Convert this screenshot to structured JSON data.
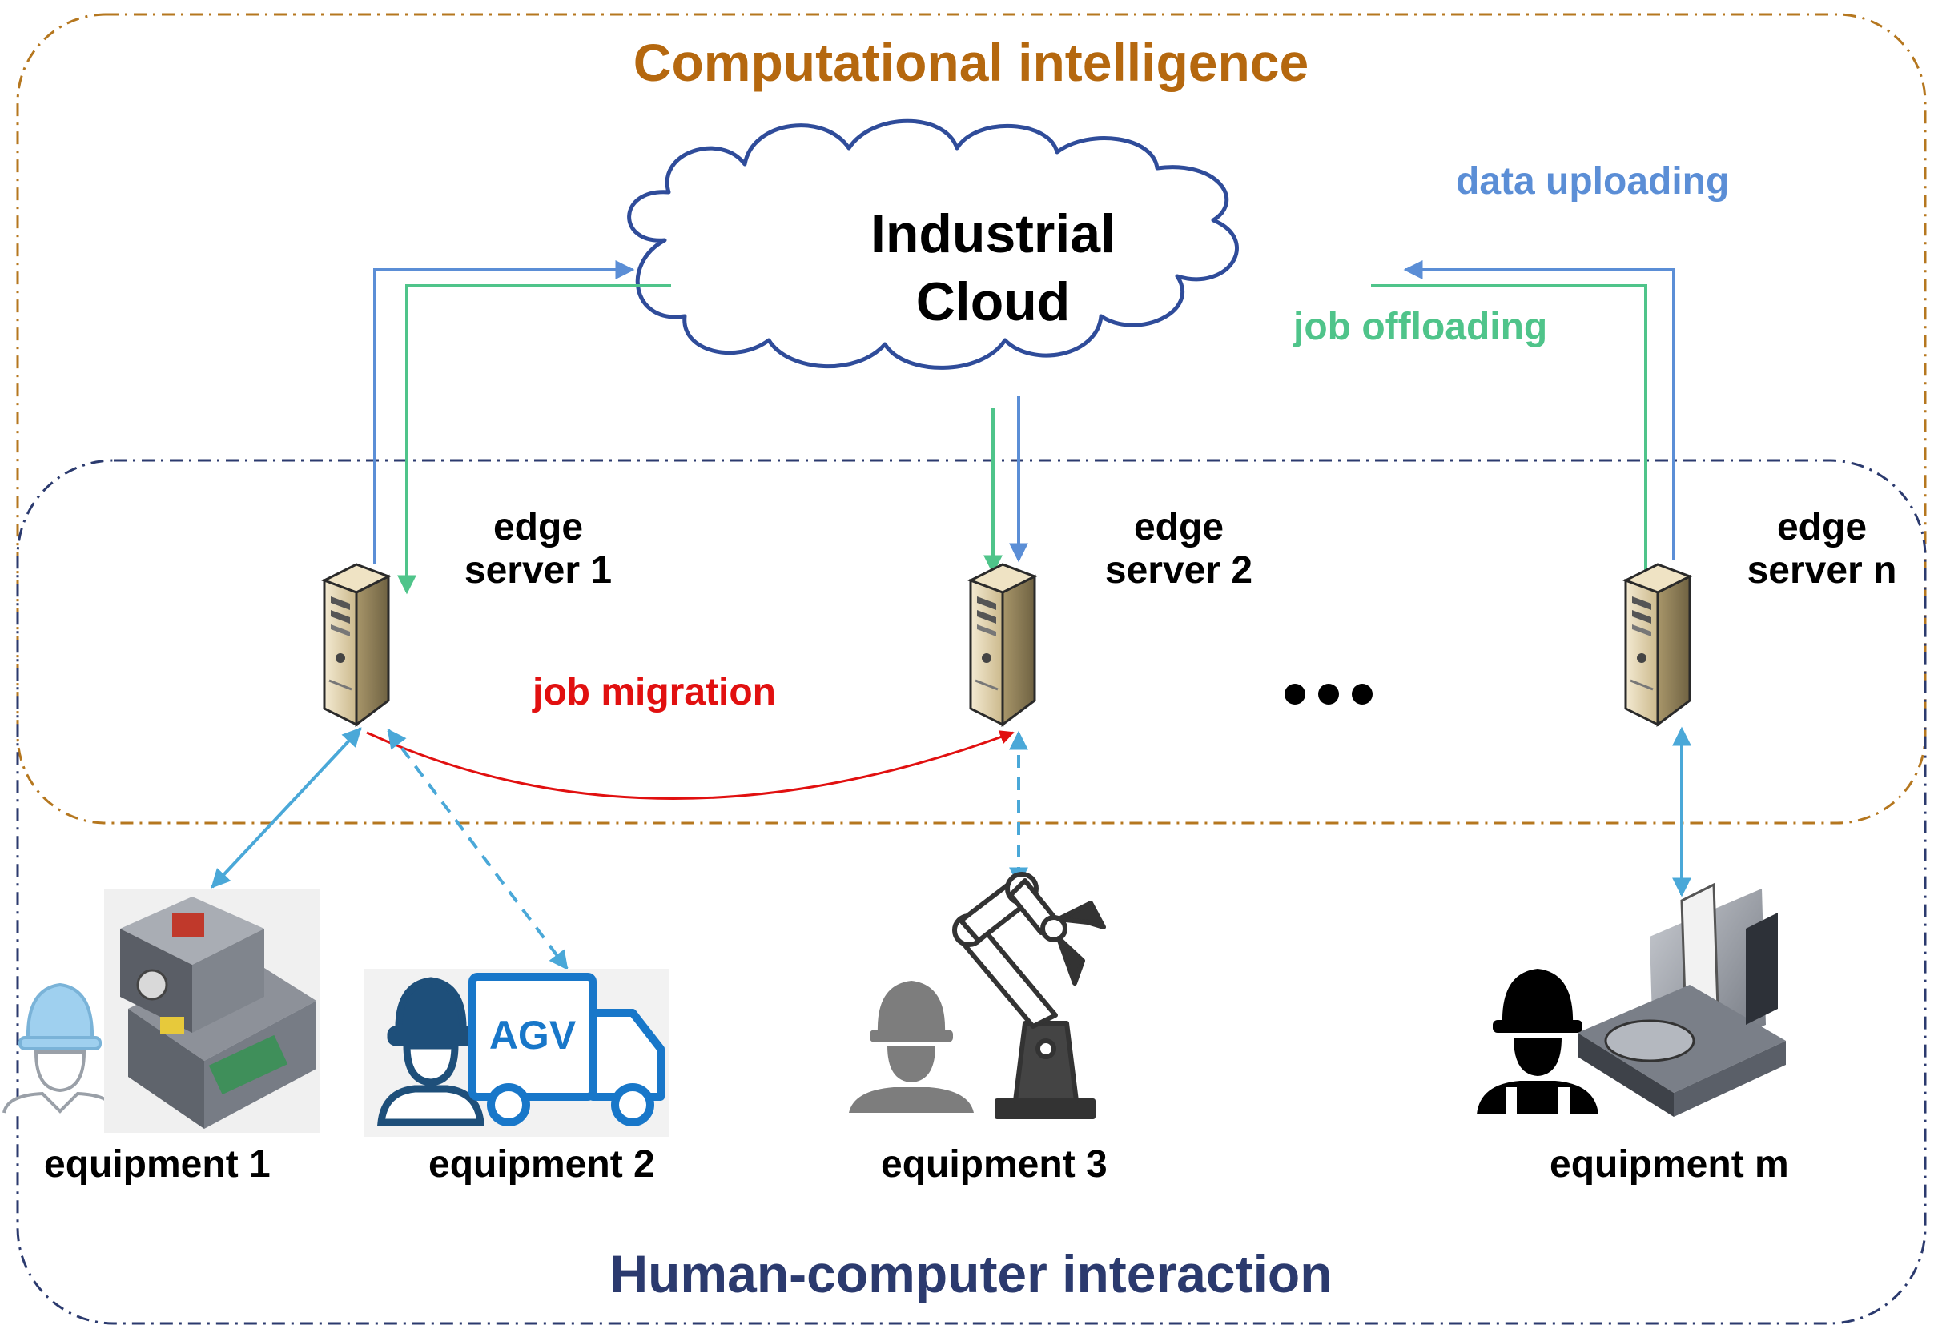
{
  "regions": {
    "computational_intelligence": "Computational intelligence",
    "human_computer_interaction": "Human-computer interaction"
  },
  "cloud": {
    "line1": "Industrial",
    "line2": "Cloud"
  },
  "flows": {
    "data_uploading": "data uploading",
    "job_offloading": "job offloading",
    "job_migration": "job migration"
  },
  "edge_servers": [
    {
      "line1": "edge",
      "line2": "server 1"
    },
    {
      "line1": "edge",
      "line2": "server 2"
    },
    {
      "line1": "edge",
      "line2": "server n"
    }
  ],
  "ellipsis": "•••",
  "equipment": [
    {
      "label": "equipment 1"
    },
    {
      "label": "equipment 2",
      "vehicle_text": "AGV"
    },
    {
      "label": "equipment 3"
    },
    {
      "label": "equipment m"
    }
  ],
  "colors": {
    "computational_border": "#b5771f",
    "hci_border": "#2b3a6e",
    "data_uploading": "#5b8ed6",
    "job_offloading": "#4fc48a",
    "job_migration": "#e11010",
    "device_link": "#4aa8d8"
  },
  "icons": [
    "cloud-icon",
    "server-icon",
    "worker-icon",
    "machine-icon",
    "agv-truck-icon",
    "robot-arm-icon",
    "cnc-machine-icon"
  ]
}
